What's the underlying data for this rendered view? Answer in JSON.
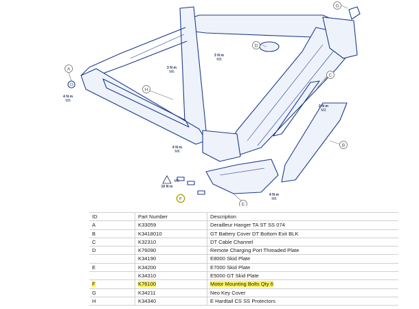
{
  "diagram": {
    "callouts": {
      "A": "A",
      "B": "B",
      "C": "C",
      "D": "D",
      "E": "E",
      "F": "F",
      "G": "G",
      "H": "H"
    },
    "torques": {
      "a": {
        "value": "4 N m",
        "bolt": "M5"
      },
      "seat": {
        "value": "3 N m",
        "bolt": "M6"
      },
      "top": {
        "value": "3 N m",
        "bolt": "M5"
      },
      "c": {
        "value": "2 N m",
        "bolt": "M3"
      },
      "mid": {
        "value": "4 N m",
        "bolt": "M6"
      },
      "motor": {
        "value": "10 N m",
        "bolt": "M8"
      },
      "e": {
        "value": "4 N m",
        "bolt": "M6"
      }
    },
    "colors": {
      "frame": "#1c3a8c",
      "highlight": "#fff35c"
    },
    "icons": [
      "warning-icon"
    ]
  },
  "table": {
    "headers": {
      "id": "ID",
      "part_number": "Part Number",
      "description": "Description"
    },
    "rows": [
      {
        "id": "A",
        "part_number": "K33059",
        "description": "Derailleur Hanger TA ST SS 074"
      },
      {
        "id": "B",
        "part_number": "K3418010",
        "description": "GT Battery Cover DT Bottom Exit BLK"
      },
      {
        "id": "C",
        "part_number": "K32310",
        "description": "DT Cable Channel"
      },
      {
        "id": "D",
        "part_number": "K76090",
        "description": "Remote Charging Port Threaded Plate"
      },
      {
        "id": "",
        "part_number": "K34190",
        "description": "E8000 Skid Plate"
      },
      {
        "id": "E",
        "part_number": "K34200",
        "description": "E7000 Skid Plate"
      },
      {
        "id": "",
        "part_number": "K34310",
        "description": "E5000 GT Skid Plate"
      },
      {
        "id": "F",
        "part_number": "K76100",
        "description": "Motor Mounting Bolts Qty 6",
        "highlight": true
      },
      {
        "id": "G",
        "part_number": "K34211",
        "description": "Neo Key Cover"
      },
      {
        "id": "H",
        "part_number": "K34340",
        "description": "E Hardtail CS SS Protectors"
      }
    ]
  }
}
